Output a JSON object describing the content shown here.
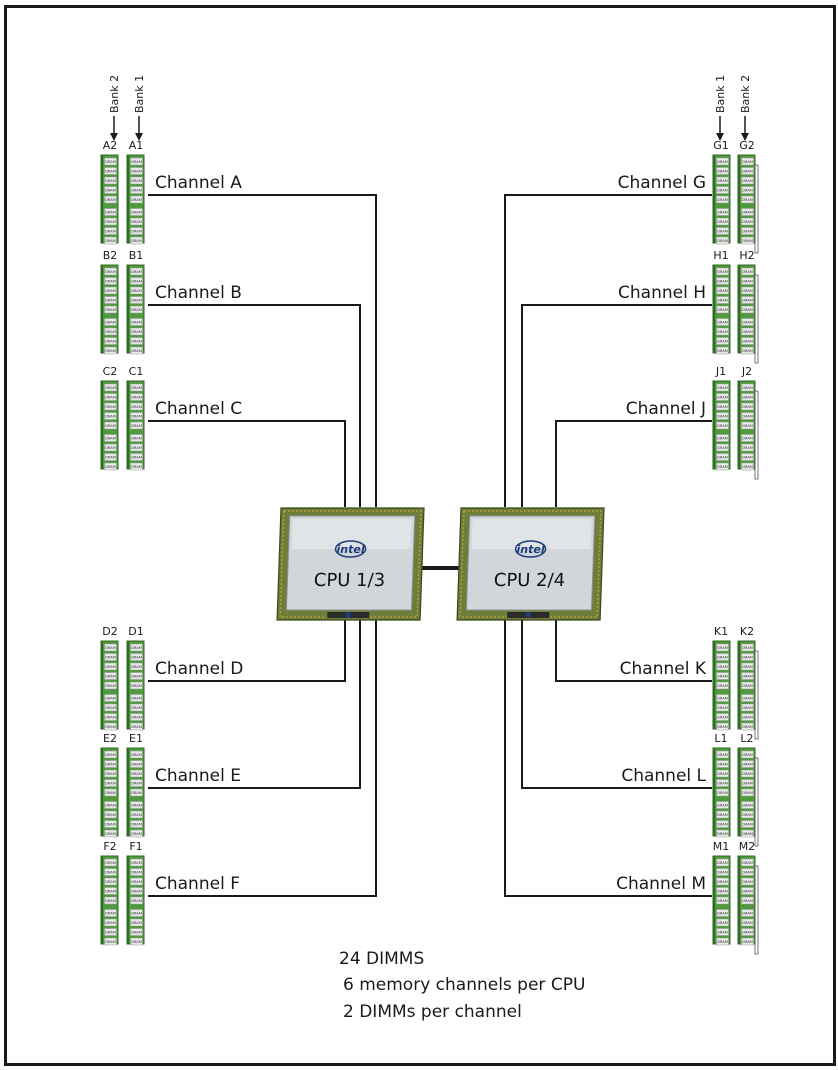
{
  "banks": {
    "left": [
      "Bank 2",
      "Bank 1"
    ],
    "right": [
      "Bank 1",
      "Bank 2"
    ]
  },
  "cpus": [
    {
      "id": "cpu13",
      "label": "CPU 1/3",
      "logo": "intel"
    },
    {
      "id": "cpu24",
      "label": "CPU 2/4",
      "logo": "intel"
    }
  ],
  "channels": [
    {
      "id": "A",
      "label": "Channel A",
      "slots": [
        "A2",
        "A1"
      ]
    },
    {
      "id": "B",
      "label": "Channel B",
      "slots": [
        "B2",
        "B1"
      ]
    },
    {
      "id": "C",
      "label": "Channel C",
      "slots": [
        "C2",
        "C1"
      ]
    },
    {
      "id": "D",
      "label": "Channel D",
      "slots": [
        "D2",
        "D1"
      ]
    },
    {
      "id": "E",
      "label": "Channel E",
      "slots": [
        "E2",
        "E1"
      ]
    },
    {
      "id": "F",
      "label": "Channel F",
      "slots": [
        "F2",
        "F1"
      ]
    },
    {
      "id": "G",
      "label": "Channel G",
      "slots": [
        "G1",
        "G2"
      ]
    },
    {
      "id": "H",
      "label": "Channel H",
      "slots": [
        "H1",
        "H2"
      ]
    },
    {
      "id": "J",
      "label": "Channel J",
      "slots": [
        "J1",
        "J2"
      ]
    },
    {
      "id": "K",
      "label": "Channel K",
      "slots": [
        "K1",
        "K2"
      ]
    },
    {
      "id": "L",
      "label": "Channel L",
      "slots": [
        "L1",
        "L2"
      ]
    },
    {
      "id": "M",
      "label": "Channel M",
      "slots": [
        "M1",
        "M2"
      ]
    }
  ],
  "dimm_chip_label": "DRAM",
  "notes": [
    "24 DIMMS",
    "6 memory channels per CPU",
    "2 DIMMs per channel"
  ],
  "colors": {
    "dimm_pcb": "#4f9a3c",
    "dimm_pcb_dark": "#2f6b25",
    "chip": "#e9e9e9",
    "line": "#1a1a1a",
    "cpu_substrate": "#6f7d3a",
    "cpu_lid": "#d2d6da"
  }
}
